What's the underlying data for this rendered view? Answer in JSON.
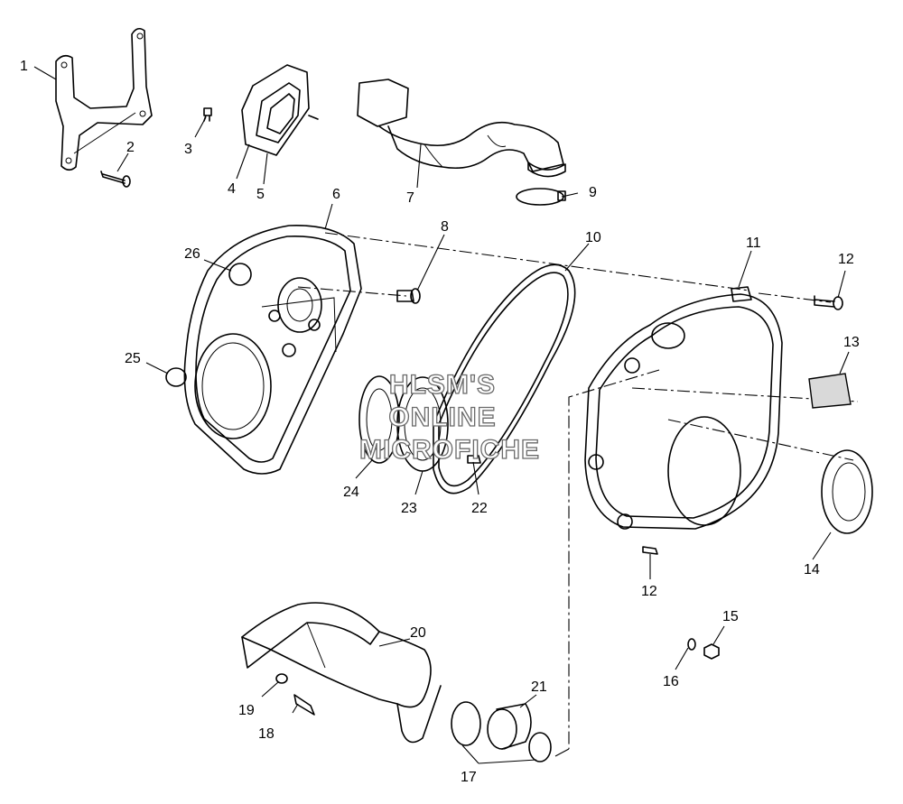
{
  "watermark": {
    "line1": "HLSM'S",
    "line2": "ONLINE",
    "line3": "MICROFICHE"
  },
  "callouts": {
    "c1": "1",
    "c2": "2",
    "c3": "3",
    "c4": "4",
    "c5": "5",
    "c6": "6",
    "c7": "7",
    "c8": "8",
    "c9": "9",
    "c10": "10",
    "c11": "11",
    "c12a": "12",
    "c12b": "12",
    "c13": "13",
    "c14": "14",
    "c15": "15",
    "c16": "16",
    "c17": "17",
    "c18": "18",
    "c19": "19",
    "c20": "20",
    "c21": "21",
    "c22": "22",
    "c23": "23",
    "c24": "24",
    "c25": "25",
    "c26": "26"
  }
}
